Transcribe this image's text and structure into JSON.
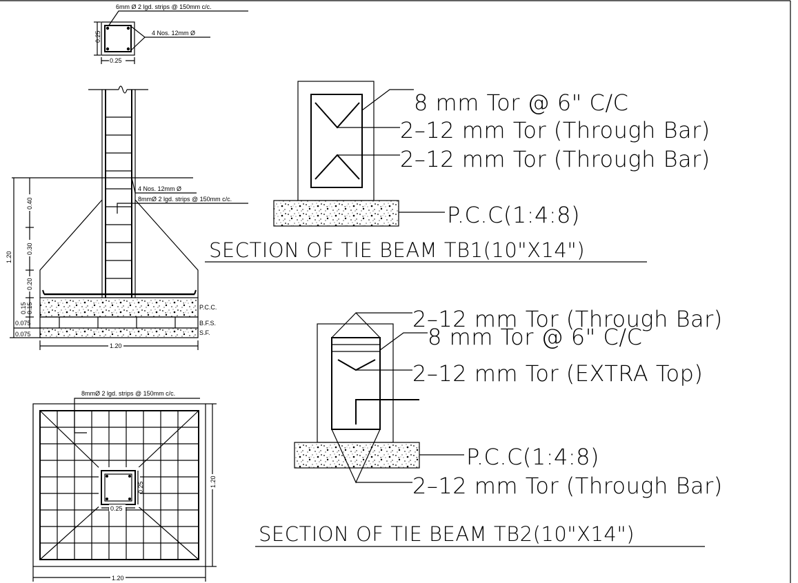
{
  "column_section": {
    "stirrup_label": "6mm Ø 2 lgd. strips @ 150mm c/c.",
    "main_bar_label": "4 Nos. 12mm Ø",
    "height_label": "0.25",
    "width_label": "0.25"
  },
  "footing_section": {
    "main_bar_label": "4 Nos. 12mm Ø",
    "stirrup_label": "8mmØ 2 lgd. strips @ 150mm c/c.",
    "dims": {
      "total_height": "1.20",
      "d1": "0.40",
      "d2": "0.30",
      "d3": "0.20",
      "d4": "0.15",
      "d4_alt": "0.15",
      "d5": "0.075",
      "d6": "0.075",
      "width": "1.20"
    },
    "layers": {
      "pcc": "P.C.C.",
      "bfs": "B.F.S.",
      "sf": "S.F."
    }
  },
  "footing_plan": {
    "stirrup_label": "8mmØ 2 lgd. strips @ 150mm c/c.",
    "column_height": "0.25",
    "column_width": "0.25",
    "side_dim": "1.20",
    "bottom_dim": "1.20"
  },
  "tie_beam_tb1": {
    "stirrup_label": "8 mm Tor @ 6\" C/C",
    "top_bar_label": "2–12 mm Tor (Through Bar)",
    "bottom_bar_label": "2–12 mm Tor (Through Bar)",
    "pcc_label": "P.C.C(1:4:8)",
    "title": "SECTION OF TIE BEAM TB1(10\"X14\")"
  },
  "tie_beam_tb2": {
    "top_bar_label": "2–12 mm Tor (Through Bar)",
    "stirrup_label": "8 mm Tor @ 6\" C/C",
    "extra_top_label": "2–12 mm Tor (EXTRA Top)",
    "pcc_label": "P.C.C(1:4:8)",
    "bottom_bar_label": "2–12 mm Tor (Through Bar)",
    "title": "SECTION OF TIE BEAM TB2(10\"X14\")"
  }
}
